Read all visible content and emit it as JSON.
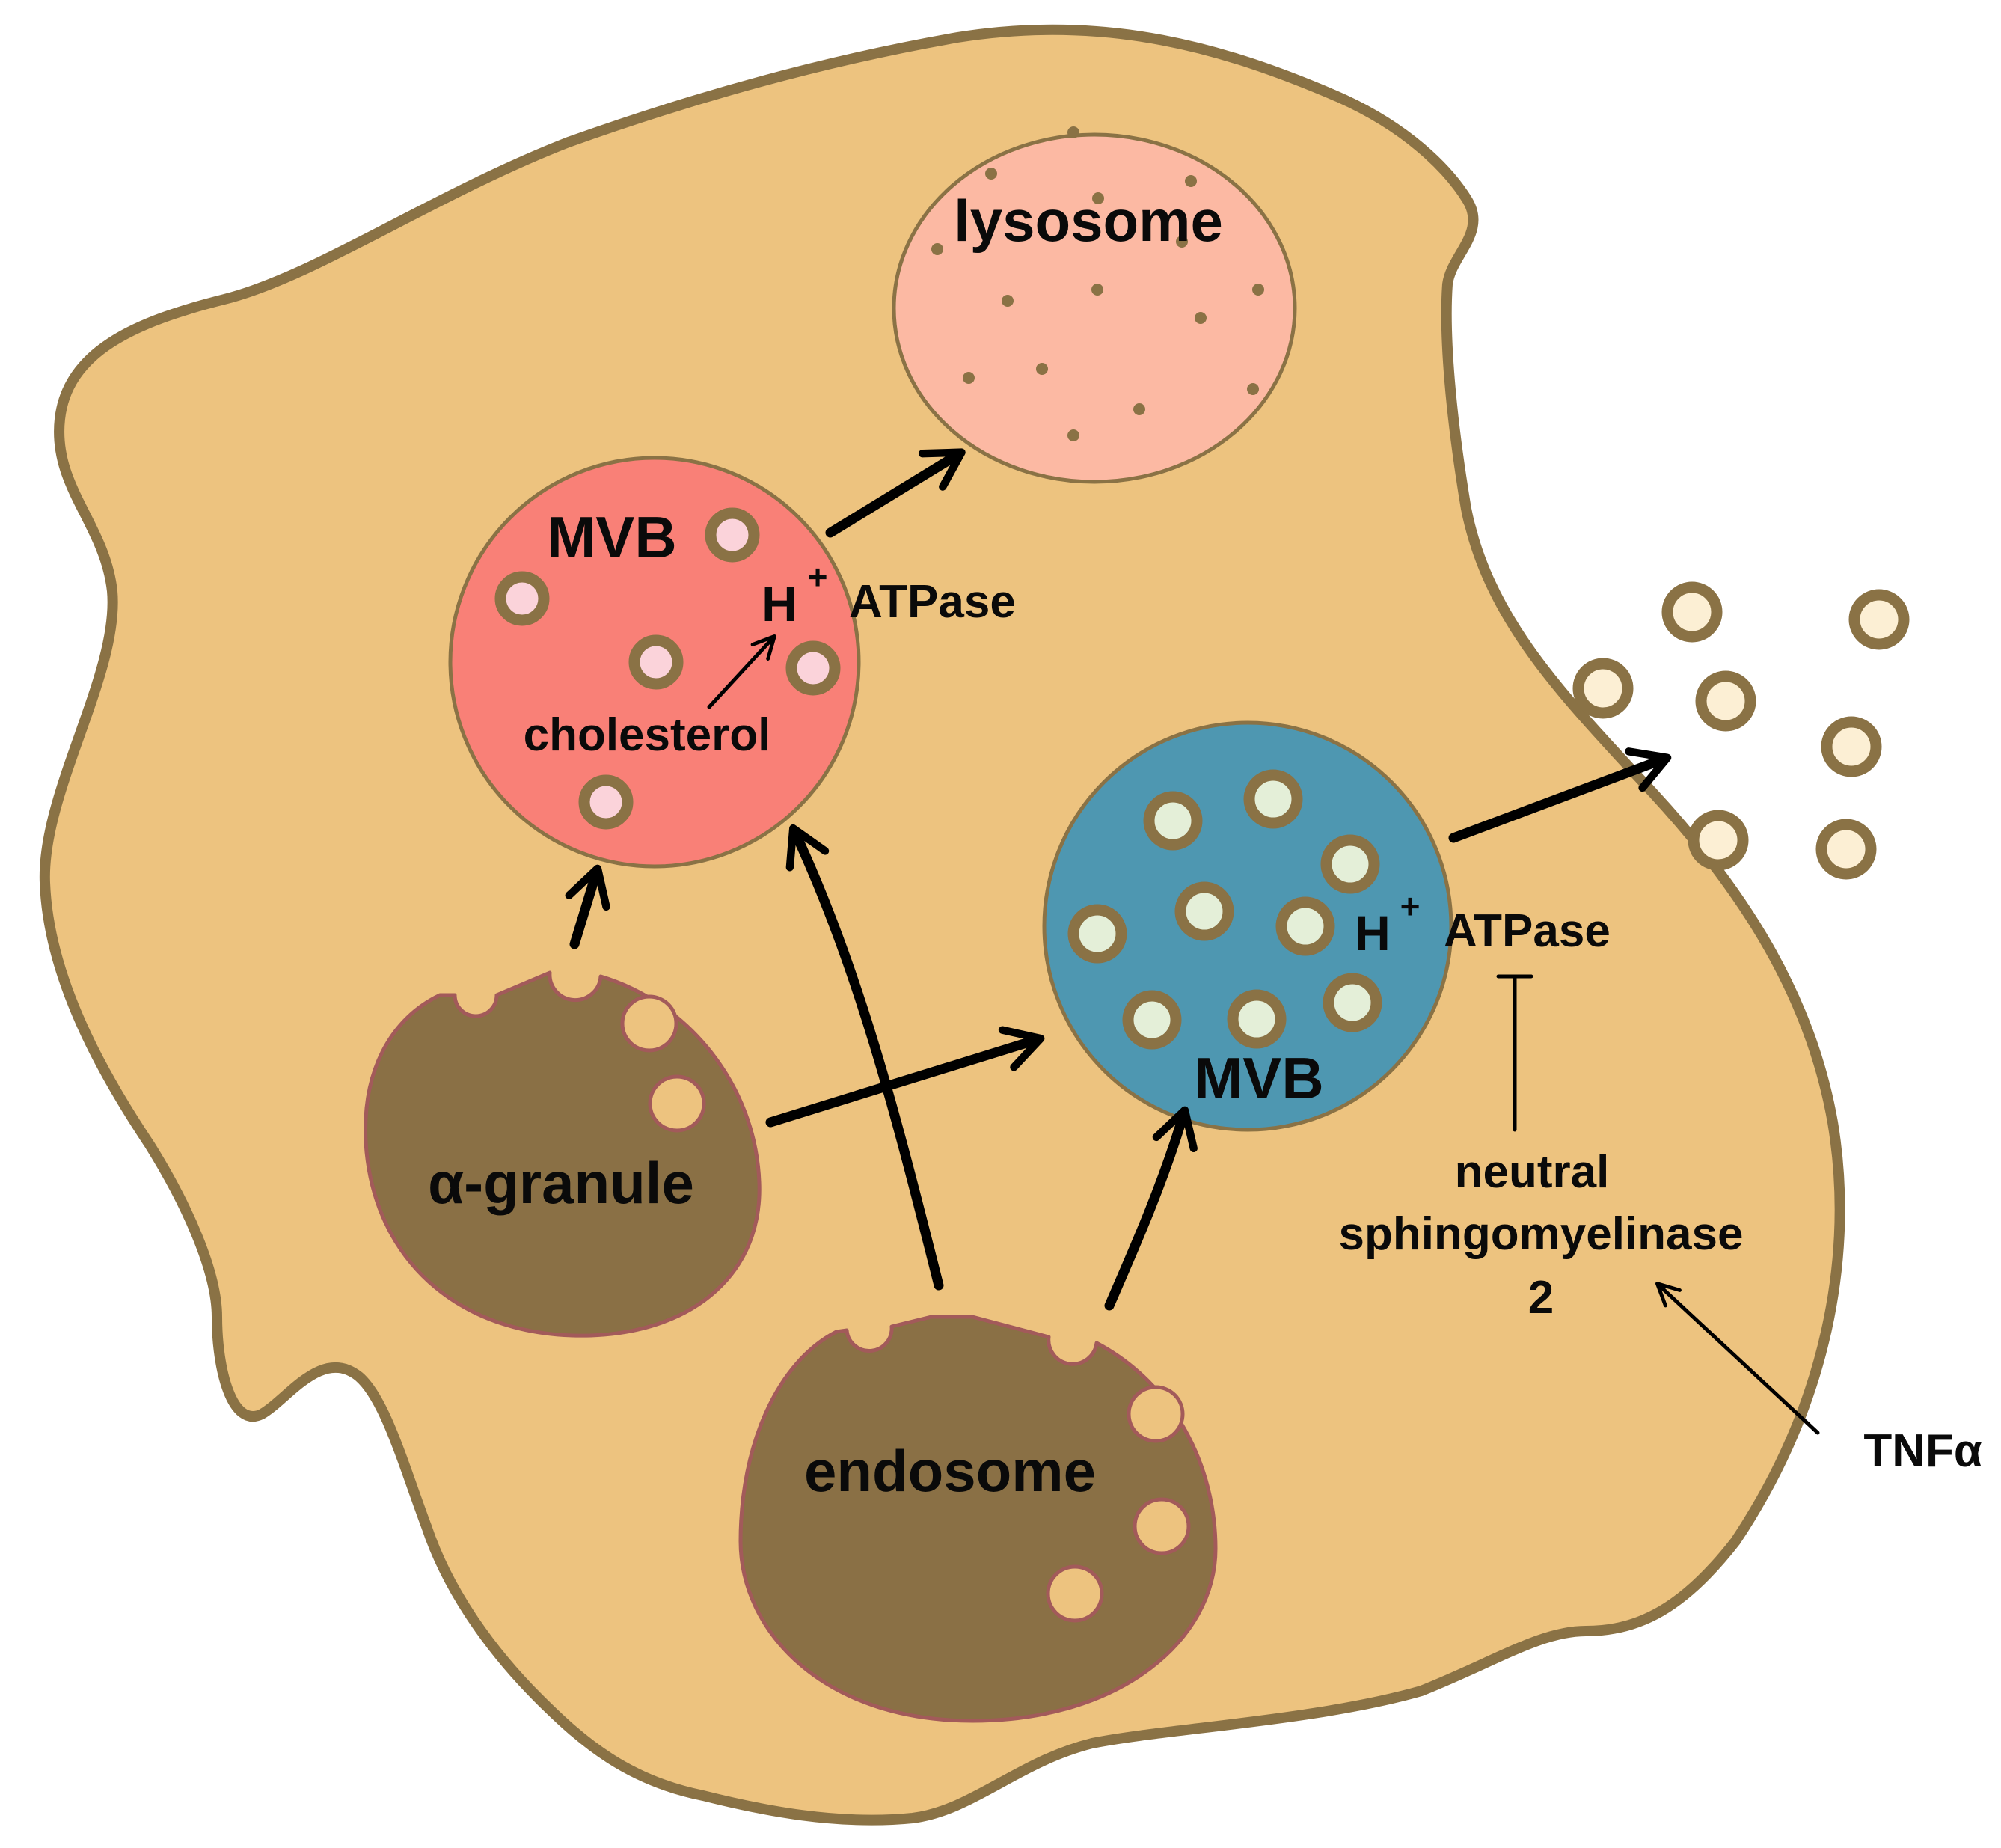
{
  "labels": {
    "lysosome": "lysosome",
    "mvb_upper": "MVB",
    "h_upper": "H",
    "h_upper_sup": "+",
    "atpase_upper": "ATPase",
    "cholesterol": "cholesterol",
    "mvb_lower": "MVB",
    "h_lower": "H",
    "h_lower_sup": "+",
    "atpase_lower": "ATPase",
    "alpha_granule": "α-granule",
    "endosome": "endosome",
    "nsm_line1": "neutral",
    "nsm_line2": "sphingomyelinase",
    "nsm_line3": "2",
    "tnfa": "TNFα"
  },
  "colors": {
    "cytoplasm": "#edc37f",
    "cell_membrane": "#8a7245",
    "lysosome_fill": "#fcb9a3",
    "mvb_upper_fill": "#f98077",
    "mvb_lower_fill": "#4e97b1",
    "granule_fill": "#8a7045",
    "granule_edge": "#a25a5a",
    "vesicle_ring": "#8a7245",
    "ilv_pink": "#fbd3da",
    "ilv_green": "#e4efd8",
    "exosome_core": "#fcefd4",
    "arrow": "#000000"
  }
}
